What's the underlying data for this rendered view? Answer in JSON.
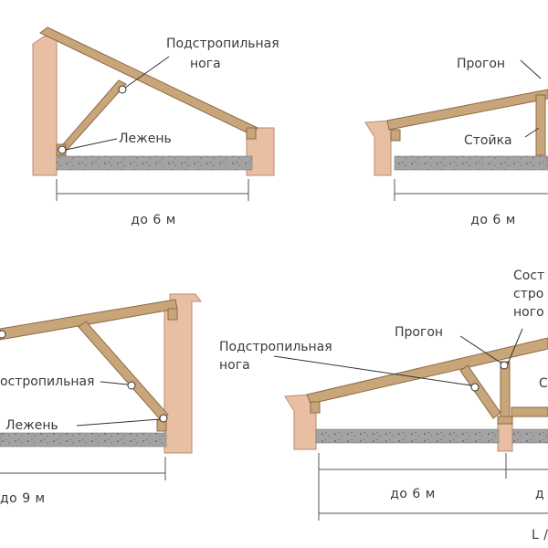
{
  "panels": {
    "top_left": {
      "label_rafter": [
        "Подстропильная",
        "нога"
      ],
      "label_plate": "Лежень",
      "dim": "до 6 м"
    },
    "top_right": {
      "label_purlin": "Прогон",
      "label_post": "Стойка",
      "dim": "до 6 м"
    },
    "bottom_left": {
      "label_rafter": "остропильная",
      "label_plate": "Лежень",
      "dim": "до 9 м"
    },
    "bottom_right": {
      "label_rafter": [
        "Подстропильная",
        "нога"
      ],
      "label_purlin": "Прогон",
      "label_cut": [
        "Сост",
        "стро",
        "ного"
      ],
      "label_edge": "С",
      "dim": "до 6 м",
      "dim_total": "L /"
    }
  },
  "colors": {
    "wall": "#e9bfa3",
    "wall_edge": "#b98a72",
    "wood": "#c9a57a",
    "wood_edge": "#8c6a44",
    "slab": "#9a9a9a",
    "leader": "#333333"
  }
}
